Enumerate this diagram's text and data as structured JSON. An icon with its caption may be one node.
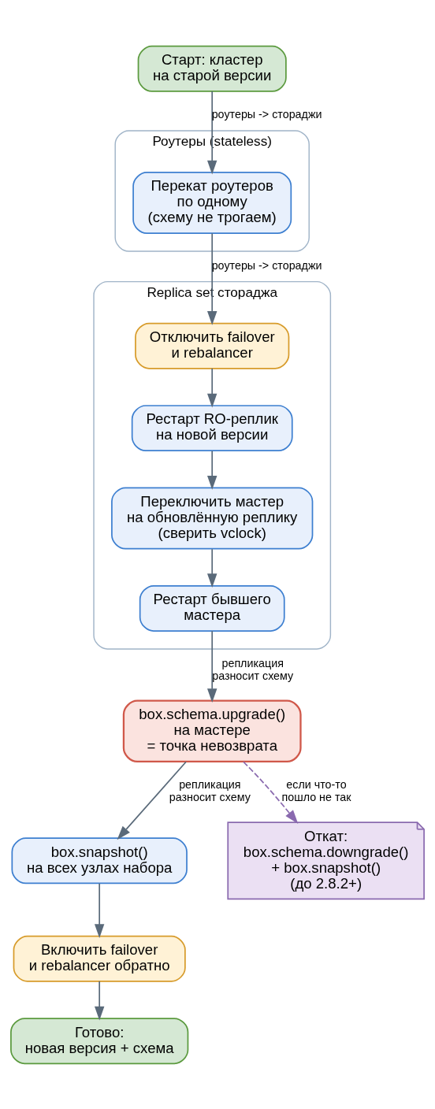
{
  "diagram": {
    "nodes": [
      {
        "text": [
          "Старт: кластер на старой версии"
        ]
      },
      {
        "text": [
          "Роутеры (stateless)"
        ]
      },
      {
        "text": [
          "Перекат роутеров по одному (схему не трогаем)"
        ],
        "in": 1
      },
      {
        "text": [
          "Replica set стораджа"
        ]
      },
      {
        "text": [
          "Отключить failover и rebalancer"
        ],
        "in": 3
      },
      {
        "text": [
          "Рестарт RO-реплик на новой версии"
        ],
        "in": 3
      },
      {
        "text": [
          "Переключить мастер на обновлённую реплику (сверить vclock)"
        ],
        "in": 3
      },
      {
        "text": [
          "Рестарт бывшего мастера"
        ],
        "in": 3
      },
      {
        "text": [
          "box.schema.upgrade() на мастере = точка невозврата"
        ]
      },
      {
        "text": [
          "box.snapshot() на всех узлах набора"
        ]
      },
      {
        "text": [
          "Откат: box.schema.downgrade() + box.snapshot() (до 2.8.2+)"
        ]
      },
      {
        "text": [
          "Включить failover и rebalancer обратно"
        ]
      },
      {
        "text": [
          "Готово: новая версия + схема"
        ]
      }
    ],
    "edges": [
      {
        "from": 0,
        "to": 2,
        "arrow": "to",
        "label": "роутеры -> стораджи"
      },
      {
        "from": 2,
        "to": 4,
        "arrow": "to",
        "label": "роутеры -> стораджи"
      },
      {
        "from": 4,
        "to": 5,
        "arrow": "to"
      },
      {
        "from": 5,
        "to": 6,
        "arrow": "to"
      },
      {
        "from": 6,
        "to": 7,
        "arrow": "to"
      },
      {
        "from": 7,
        "to": 8,
        "arrow": "to",
        "label": "репликация разносит схему"
      },
      {
        "from": 8,
        "to": 9,
        "arrow": "to",
        "label": "репликация разносит схему"
      },
      {
        "from": 8,
        "to": 10,
        "arrow": "to",
        "label": "если что-то пошло не так",
        "style": "dashed",
        "color": "#8a6aaf"
      },
      {
        "from": 9,
        "to": 11,
        "arrow": "to"
      },
      {
        "from": 11,
        "to": 12,
        "arrow": "to"
      }
    ]
  }
}
